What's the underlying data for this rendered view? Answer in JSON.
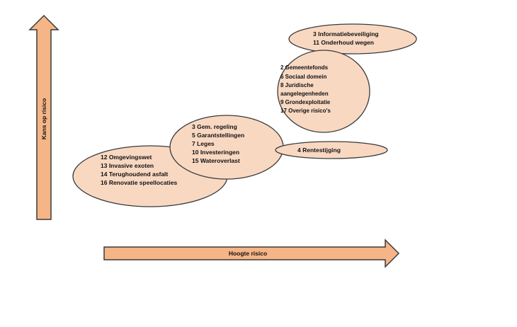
{
  "axes": {
    "y_label": "Kans op risico",
    "x_label": "Hoogte risico"
  },
  "colors": {
    "fill": "#f9d8c2",
    "arrow_fill": "#f6b586",
    "stroke": "#3a3a3a"
  },
  "groups": [
    {
      "id": "group-1",
      "items": [
        "12 Omgevingswet",
        "13 Invasive exoten",
        "14 Terughoudend asfalt",
        "16 Renovatie speellocaties"
      ]
    },
    {
      "id": "group-2",
      "items": [
        "3 Gem. regeling",
        "5 Garantstellingen",
        "7 Leges",
        "10 Investeringen",
        "15 Wateroverlast"
      ]
    },
    {
      "id": "group-3",
      "items": [
        "4 Rentestijging"
      ]
    },
    {
      "id": "group-4",
      "items": [
        "2 Gemeentefonds",
        "6 Sociaal domein",
        "8 Juridische",
        "aangelegenheden",
        "9 Grondexploitatie",
        "17 Overige risico's"
      ]
    },
    {
      "id": "group-5",
      "items": [
        "3 Informatiebeveiliging",
        "11 Onderhoud wegen"
      ]
    }
  ]
}
